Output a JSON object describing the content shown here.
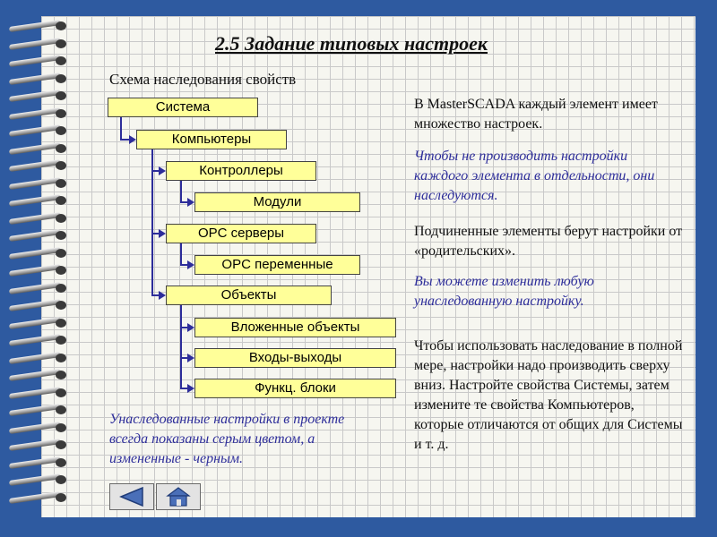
{
  "title": "2.5 Задание типовых настроек",
  "subtitle": "Схема наследования свойств",
  "tree": [
    "Система",
    "Компьютеры",
    "Контроллеры",
    "Модули",
    "OPC серверы",
    "OPC переменные",
    "Объекты",
    "Вложенные объекты",
    "Входы-выходы",
    "Функц. блоки"
  ],
  "paragraphs": [
    "В MasterSCADA каждый элемент имеет множество настроек.",
    "Чтобы не производить настройки каждого элемента в отдельности, они наследуются.",
    "Подчиненные элементы берут настройки от «родительских».",
    "Вы можете изменить любую унаследованную настройку.",
    "Чтобы использовать наследование в полной мере, настройки надо производить сверху вниз. Настройте свойства Системы, затем измените те свойства Компьютеров, которые отличаются от общих для Системы и т. д."
  ],
  "note": "Унаследованные настройки в проекте всегда показаны серым цветом, а измененные  - черным.",
  "icons": {
    "back": "back-arrow-icon",
    "home": "home-icon"
  },
  "colors": {
    "background": "#2e5aa0",
    "box": "#ffff99",
    "connector": "#2d2d9a",
    "italic_text": "#2d2d9a"
  }
}
